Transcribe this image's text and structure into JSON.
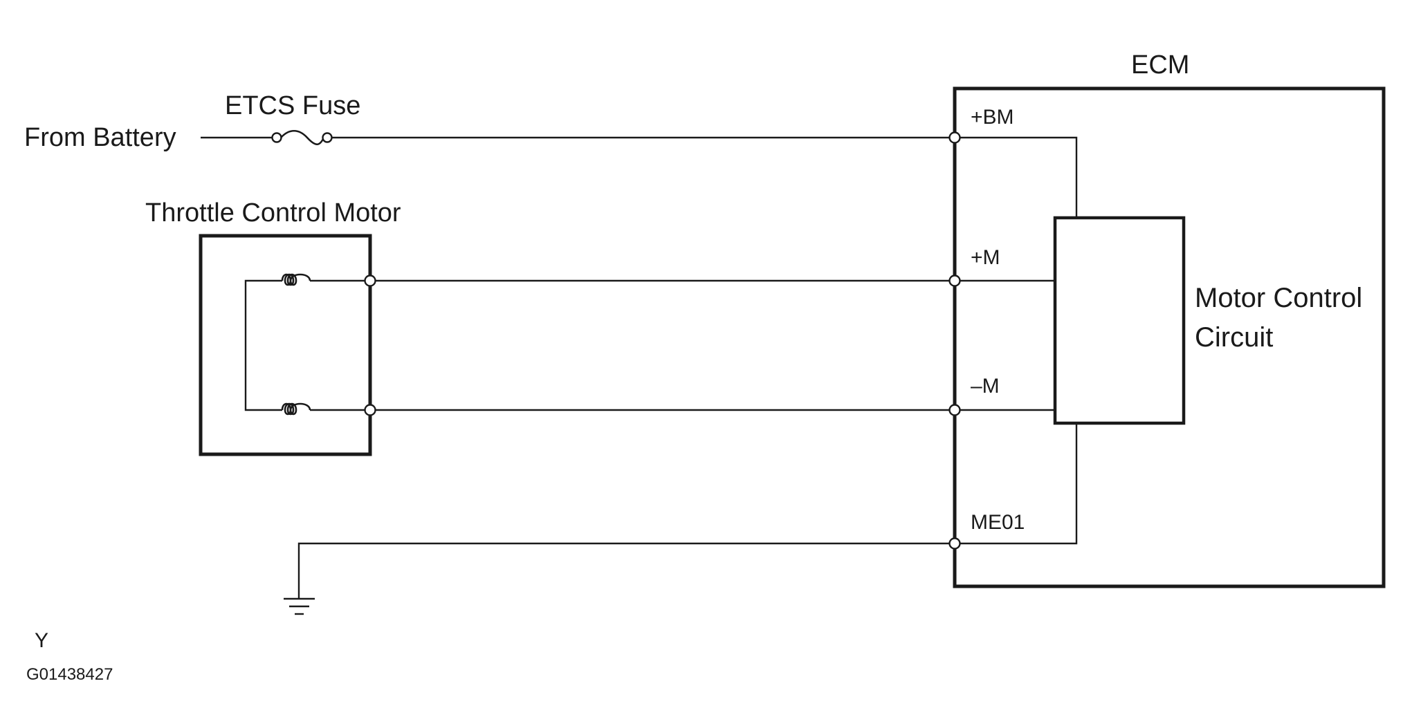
{
  "diagram": {
    "source_label": "From Battery",
    "fuse_label": "ETCS Fuse",
    "motor_label": "Throttle Control Motor",
    "ecm_label": "ECM",
    "circuit_label_line1": "Motor Control",
    "circuit_label_line2": "Circuit",
    "terminals": {
      "bm": "+BM",
      "m_plus": "+M",
      "m_minus": "–M",
      "me01": "ME01"
    },
    "footer_code": "Y",
    "figure_id": "G01438427",
    "icons": [
      "fuse-icon",
      "coil-icon",
      "ground-icon",
      "terminal-icon"
    ]
  }
}
